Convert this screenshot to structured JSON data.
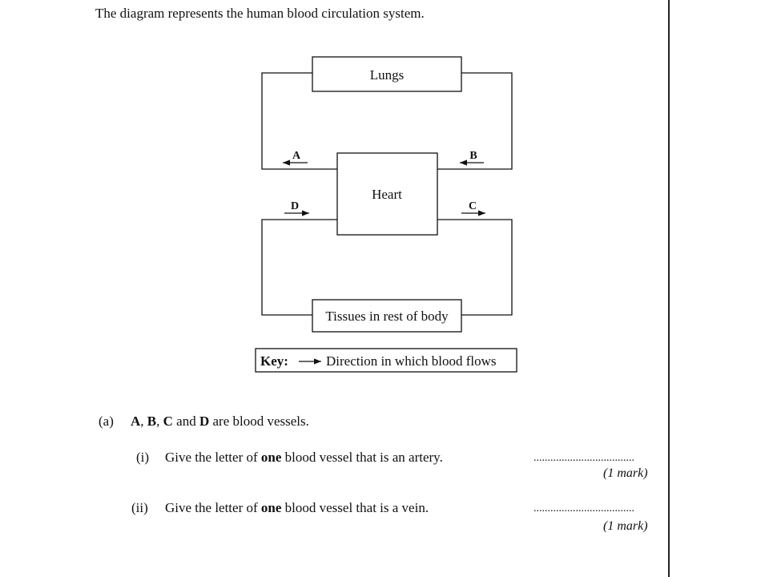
{
  "intro": "The diagram represents the human blood circulation system.",
  "diagram": {
    "lungs": "Lungs",
    "heart": "Heart",
    "tissues": "Tissues in rest of body",
    "vessel_a": "A",
    "vessel_b": "B",
    "vessel_c": "C",
    "vessel_d": "D",
    "key_label": "Key:",
    "key_text": "Direction in which blood flows"
  },
  "question_a": {
    "number": "(a)",
    "letters": [
      "A",
      "B",
      "C",
      "D"
    ],
    "sep1": ", ",
    "sep2": ", ",
    "sep3": " and ",
    "text": " are blood vessels."
  },
  "question_i": {
    "number": "(i)",
    "before": "Give the letter of ",
    "emphasis": "one",
    "after": " blood vessel that is an artery.",
    "answer_line": "....................................",
    "mark": "(1 mark)"
  },
  "question_ii": {
    "number": "(ii)",
    "before": "Give the letter of ",
    "emphasis": "one",
    "after": " blood vessel that is a vein.",
    "answer_line": "....................................",
    "mark": "(1 mark)"
  }
}
